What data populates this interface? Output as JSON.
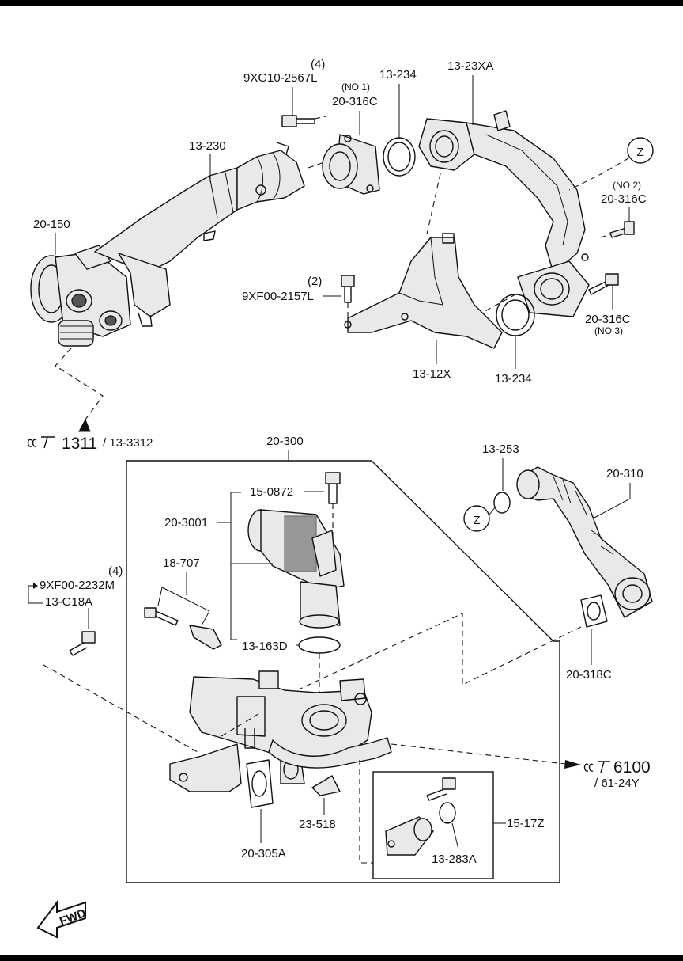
{
  "labels": {
    "bolt_9xg10": "9XG10-2567L",
    "qty_9xg10": "(4)",
    "no1": "(NO 1)",
    "gasket_316c_top": "20-316C",
    "ring_13_234_top": "13-234",
    "pipe_13_23xa": "13-23XA",
    "hose_13_230": "13-230",
    "valve_20_150": "20-150",
    "no2": "(NO 2)",
    "gasket_316c_right": "20-316C",
    "qty_9xf00_2157l": "(2)",
    "bolt_9xf00_2157l": "9XF00-2157L",
    "gasket_316c_lower": "20-316C",
    "no3": "(NO 3)",
    "bracket_13_12x": "13-12X",
    "ring_13_234_bottom": "13-234",
    "ref_1311": "1311",
    "ref_13_3312": "/ 13-3312",
    "assy_20_300": "20-300",
    "ring_13_253": "13-253",
    "pipe_20_310": "20-310",
    "bolt_15_0872": "15-0872",
    "actuator_20_3001": "20-3001",
    "z_marker": "Z",
    "bracket_18_707": "18-707",
    "qty_9xf00_2232m": "(4)",
    "bolt_9xf00_2232m": "9XF00-2232M",
    "bracket_13_g18a": "13-G18A",
    "oring_13_163d": "13-163D",
    "gasket_20_318c": "20-318C",
    "ref_6100": "6100",
    "ref_61_24y": "/ 61-24Y",
    "gasket_20_305a": "20-305A",
    "tube_23_518": "23-518",
    "sensor_15_17z": "15-17Z",
    "oring_13_283a": "13-283A",
    "fwd": "FWD"
  }
}
